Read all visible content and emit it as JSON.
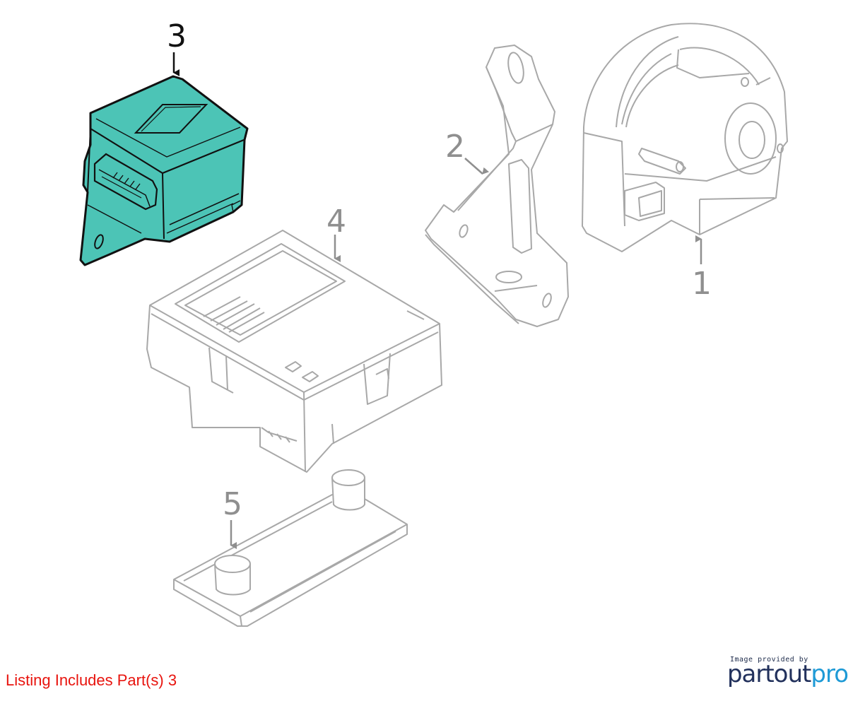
{
  "diagram": {
    "colors": {
      "highlight_fill": "#4cc4b6",
      "highlight_stroke": "#111111",
      "line": "#a8a8a8",
      "callout_inactive": "#8f8f8f",
      "callout_active": "#111111"
    },
    "callouts": [
      {
        "id": "1",
        "label": "1",
        "highlighted": false
      },
      {
        "id": "2",
        "label": "2",
        "highlighted": false
      },
      {
        "id": "3",
        "label": "3",
        "highlighted": true
      },
      {
        "id": "4",
        "label": "4",
        "highlighted": false
      },
      {
        "id": "5",
        "label": "5",
        "highlighted": false
      }
    ]
  },
  "footer": {
    "listing_text": "Listing Includes Part(s) 3",
    "listing_color": "#e8140e",
    "credit_small": "Image provided by",
    "credit_brand_a": "partout",
    "credit_brand_b": "pro"
  }
}
